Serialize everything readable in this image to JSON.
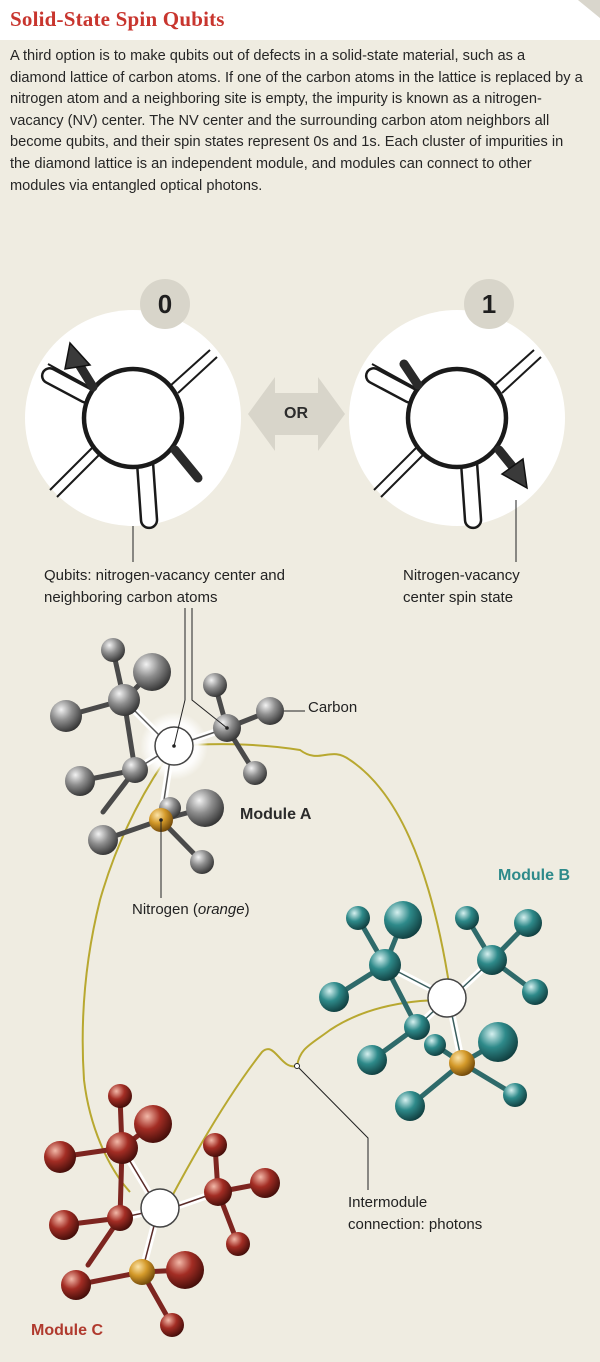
{
  "title": "Solid-State Spin Qubits",
  "intro": "A third option is to make qubits out of defects in a solid-state material, such as a diamond lattice of carbon atoms. If one of the carbon atoms in the lattice is replaced by a nitrogen atom and a neighboring site is empty, the impurity is known as a nitrogen-vacancy (NV) center. The NV center and the surrounding carbon atom neighbors all become qubits, and their spin states represent 0s and 1s. Each cluster of impurities in the diamond lattice is an independent module, and modules can connect to other modules via entangled optical photons.",
  "states": {
    "zero": "0",
    "one": "1",
    "or": "OR"
  },
  "labels": {
    "qubits_line1": "Qubits: nitrogen-vacancy center and",
    "qubits_line2": "neighboring carbon atoms",
    "spin_line1": "Nitrogen-vacancy",
    "spin_line2": "center spin state",
    "carbon": "Carbon",
    "nitrogen_prefix": "Nitrogen (",
    "nitrogen_italic": "orange",
    "nitrogen_suffix": ")",
    "intermodule_line1": "Intermodule",
    "intermodule_line2": "connection: photons"
  },
  "modules": {
    "a": "Module A",
    "b": "Module B",
    "c": "Module C"
  },
  "colors": {
    "background": "#efece1",
    "title": "#c8352e",
    "carbon": "#8c8c8c",
    "nitrogen": "#d49a2a",
    "module_b": "#2e8a8a",
    "module_c": "#9b2a22",
    "photon": "#b8a830"
  }
}
